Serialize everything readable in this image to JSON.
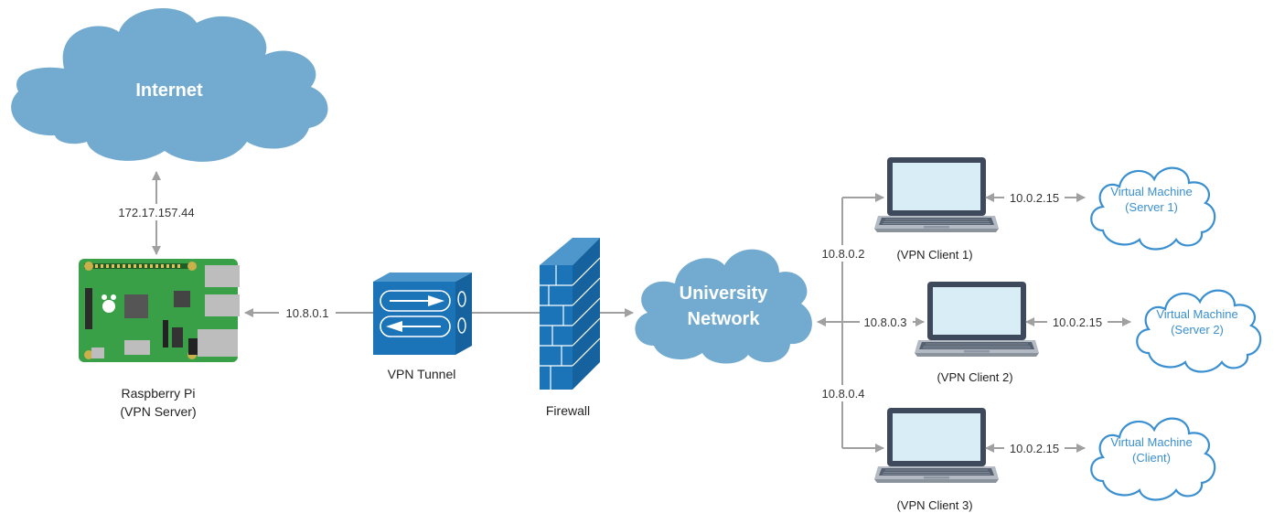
{
  "nodes": {
    "internet": "Internet",
    "raspberry_pi": {
      "line1": "Raspberry Pi",
      "line2": "(VPN Server)"
    },
    "vpn_tunnel": "VPN Tunnel",
    "firewall": "Firewall",
    "university_network": {
      "line1": "University",
      "line2": "Network"
    },
    "clients": [
      {
        "label": "(VPN Client 1)",
        "vpn_ip": "10.8.0.2",
        "vm_ip": "10.0.2.15",
        "vm_line1": "Virtual Machine",
        "vm_line2": "(Server 1)"
      },
      {
        "label": "(VPN Client 2)",
        "vpn_ip": "10.8.0.3",
        "vm_ip": "10.0.2.15",
        "vm_line1": "Virtual Machine",
        "vm_line2": "(Server 2)"
      },
      {
        "label": "(VPN Client 3)",
        "vpn_ip": "10.8.0.4",
        "vm_ip": "10.0.2.15",
        "vm_line1": "Virtual Machine",
        "vm_line2": "(Client)"
      }
    ]
  },
  "links": {
    "internet_to_pi": "172.17.157.44",
    "pi_to_tunnel": "10.8.0.1"
  },
  "colors": {
    "cloud_fill": "#72abcf",
    "vm_cloud_stroke": "#3a8fd0",
    "vm_text": "#3a8fd0",
    "device_blue": "#1b74b8",
    "arrow_gray": "#a0a0a0",
    "pcb_green": "#3aa047",
    "laptop_body": "#3e4a5c",
    "laptop_screen": "#d9edf7"
  }
}
